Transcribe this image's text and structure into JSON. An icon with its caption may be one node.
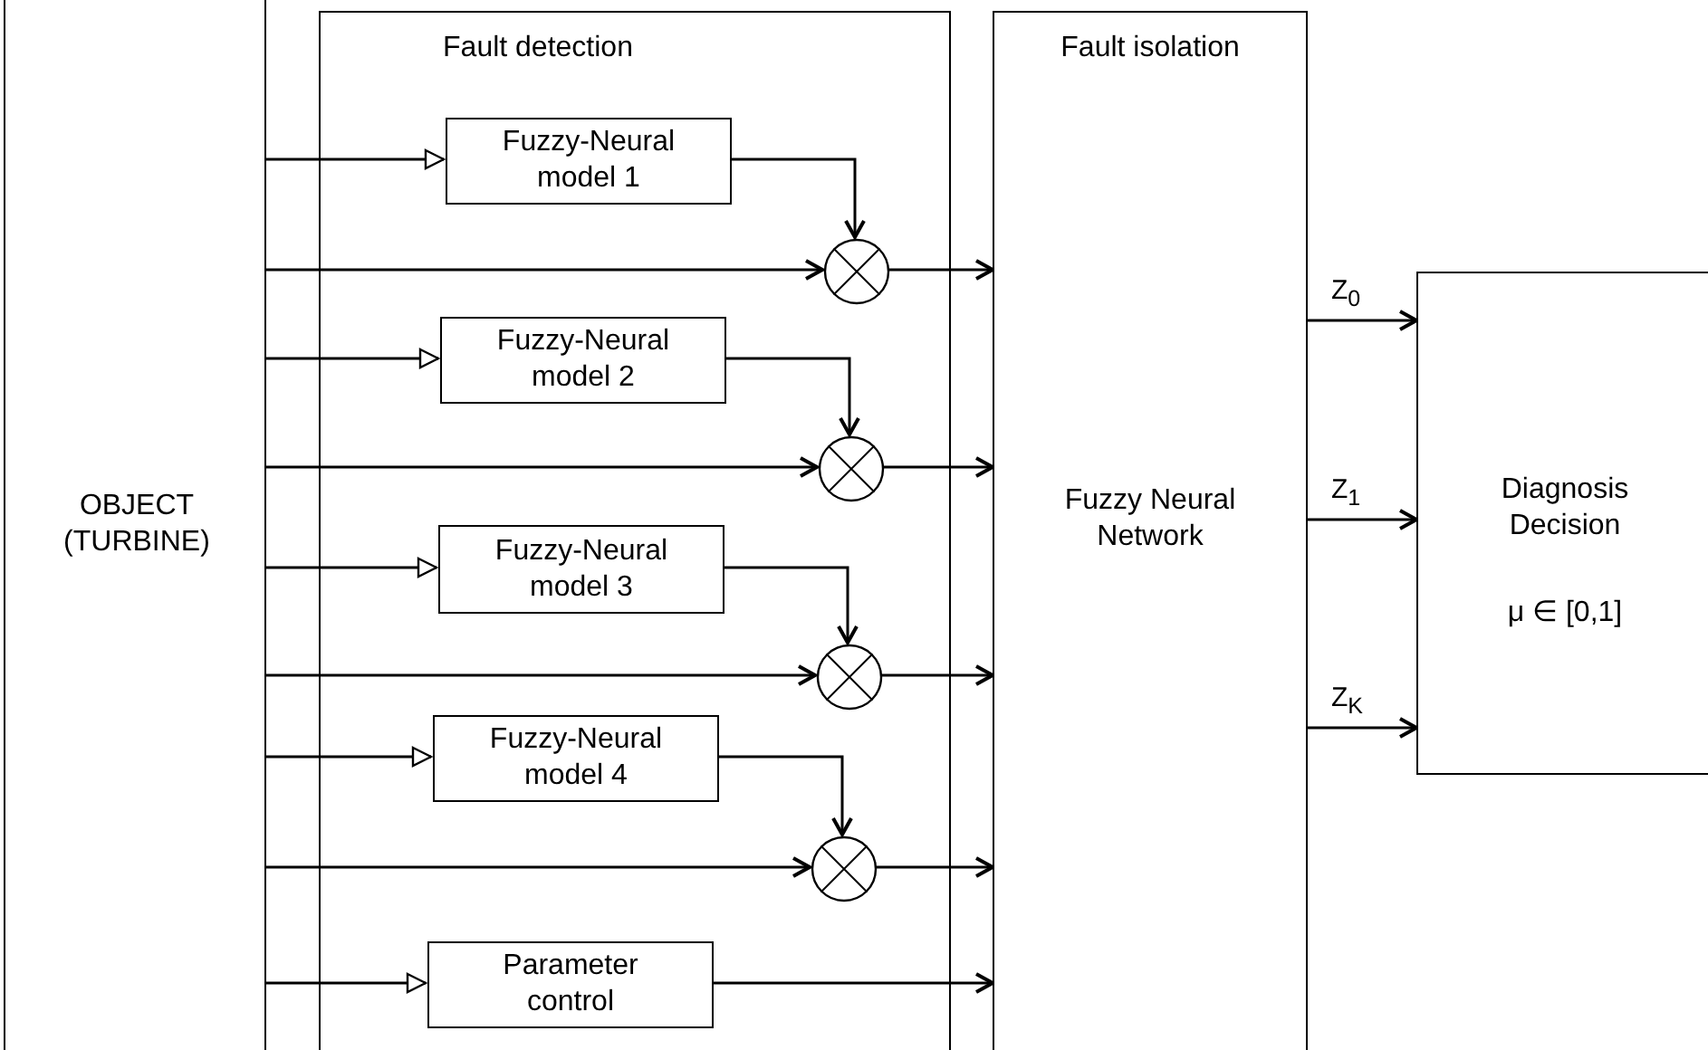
{
  "diagram": {
    "nodes": [
      {
        "text": [
          "OBJECT (TURBINE)"
        ]
      },
      {
        "text": [
          "Fault detection"
        ]
      },
      {
        "text": [
          "Fuzzy-Neural model 1"
        ],
        "in": 1
      },
      {
        "text": [],
        "shape": "circle",
        "in": 1
      },
      {
        "text": [
          "Fuzzy-Neural model 2"
        ],
        "in": 1
      },
      {
        "text": [],
        "shape": "circle",
        "in": 1
      },
      {
        "text": [
          "Fuzzy-Neural model 3"
        ],
        "in": 1
      },
      {
        "text": [],
        "shape": "circle",
        "in": 1
      },
      {
        "text": [
          "Fuzzy-Neural model 4"
        ],
        "in": 1
      },
      {
        "text": [],
        "shape": "circle",
        "in": 1
      },
      {
        "text": [
          "Parameter control"
        ],
        "in": 1
      },
      {
        "text": [
          "Fault isolation",
          "Fuzzy Neural Network"
        ]
      },
      {
        "text": [
          "Diagnosis Decision",
          "μ ∈ [0,1]"
        ]
      }
    ],
    "edges": [
      {
        "from": 0,
        "to": 2,
        "arrow": "to"
      },
      {
        "from": 0,
        "to": 3,
        "arrow": "to"
      },
      {
        "from": 0,
        "to": 4,
        "arrow": "to"
      },
      {
        "from": 0,
        "to": 5,
        "arrow": "to"
      },
      {
        "from": 0,
        "to": 6,
        "arrow": "to"
      },
      {
        "from": 0,
        "to": 7,
        "arrow": "to"
      },
      {
        "from": 0,
        "to": 8,
        "arrow": "to"
      },
      {
        "from": 0,
        "to": 9,
        "arrow": "to"
      },
      {
        "from": 0,
        "to": 10,
        "arrow": "to"
      },
      {
        "from": 2,
        "to": 3,
        "arrow": "to"
      },
      {
        "from": 4,
        "to": 5,
        "arrow": "to"
      },
      {
        "from": 6,
        "to": 7,
        "arrow": "to"
      },
      {
        "from": 8,
        "to": 9,
        "arrow": "to"
      },
      {
        "from": 3,
        "to": 11,
        "arrow": "to"
      },
      {
        "from": 5,
        "to": 11,
        "arrow": "to"
      },
      {
        "from": 7,
        "to": 11,
        "arrow": "to"
      },
      {
        "from": 9,
        "to": 11,
        "arrow": "to"
      },
      {
        "from": 10,
        "to": 11,
        "arrow": "to"
      },
      {
        "from": 11,
        "to": 12,
        "arrow": "to",
        "label": "Z$_{0}$"
      },
      {
        "from": 11,
        "to": 12,
        "arrow": "to",
        "label": "Z$_{1}$"
      },
      {
        "from": 11,
        "to": 12,
        "arrow": "to",
        "label": "Z$_{K}$"
      }
    ]
  }
}
